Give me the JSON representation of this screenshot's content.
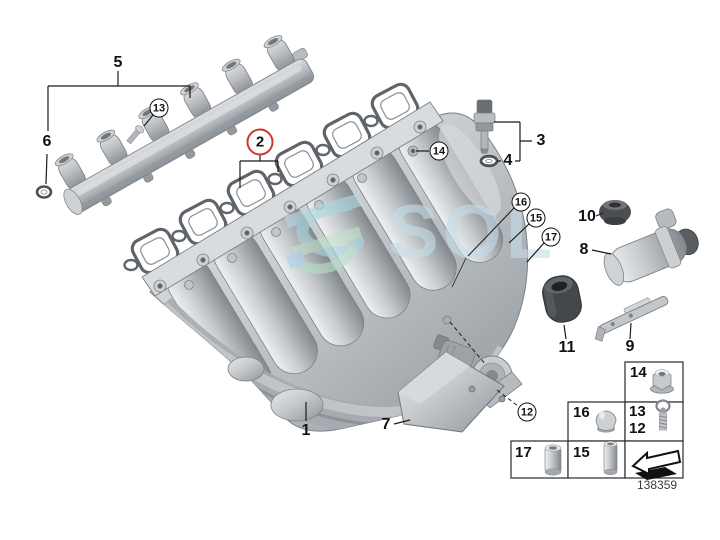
{
  "watermark": {
    "text": "SOL"
  },
  "footer": {
    "doc_number": "138359"
  },
  "callouts": {
    "n1": "1",
    "n2": "2",
    "n3": "3",
    "n4": "4",
    "n5": "5",
    "n6": "6",
    "n7": "7",
    "n8": "8",
    "n9": "9",
    "n10": "10",
    "n11": "11",
    "n12": "12",
    "n13": "13",
    "n14": "14",
    "n15": "15",
    "n16": "16",
    "n17": "17"
  },
  "legend": {
    "l14": "14",
    "l16": "16",
    "l13": "13",
    "l12": "12",
    "l17": "17",
    "l15": "15"
  },
  "icons": {
    "legend_box_14": "flange-nut",
    "legend_box_16": "cap-nut",
    "legend_box_13_12": "screw-with-washer",
    "legend_box_17": "spacer-sleeve",
    "legend_box_15": "spacer-sleeve",
    "legend_box_arrow": "installation-direction-arrow"
  },
  "colors": {
    "highlight_circle": "#d23430",
    "watermark_blue": "#b9d8e9",
    "watermark_green": "#c3e2cb",
    "metal_light": "#e8eaec",
    "metal_dark": "#8f959a"
  }
}
